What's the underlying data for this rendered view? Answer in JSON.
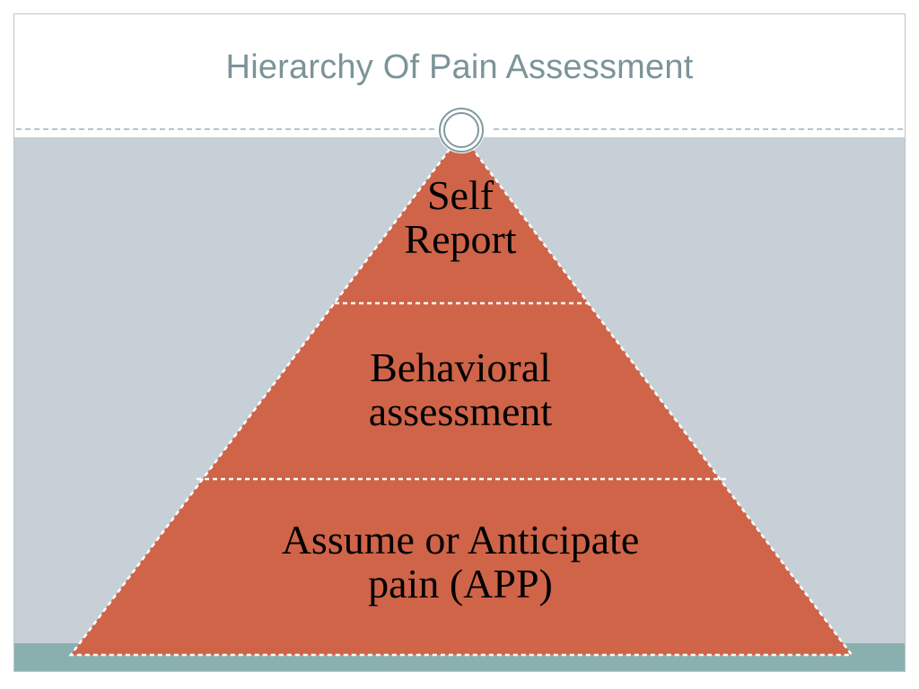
{
  "slide": {
    "title": "Hierarchy Of Pain Assessment",
    "colors": {
      "title_text": "#7c9499",
      "header_background": "#ffffff",
      "body_background": "#c6d0d6",
      "bottom_band": "#8aafaf",
      "pyramid_fill": "#cf6449",
      "pyramid_divider": "#ffffff",
      "slide_border": "#b9c6cc",
      "ring_stroke": "#7f9a9e",
      "tier_text": "#000000"
    },
    "decorations": {
      "ring_icon": "circle-ring-icon",
      "title_rule_style": "dashed"
    }
  },
  "chart_data": {
    "type": "pyramid",
    "title": "Hierarchy Of Pain Assessment",
    "orientation": "apex-up",
    "levels": [
      {
        "rank": 1,
        "label": "Self\nReport"
      },
      {
        "rank": 2,
        "label": "Behavioral\nassessment"
      },
      {
        "rank": 3,
        "label": "Assume or Anticipate\npain (APP)"
      }
    ],
    "legend": [],
    "xlabel": "",
    "ylabel": ""
  }
}
